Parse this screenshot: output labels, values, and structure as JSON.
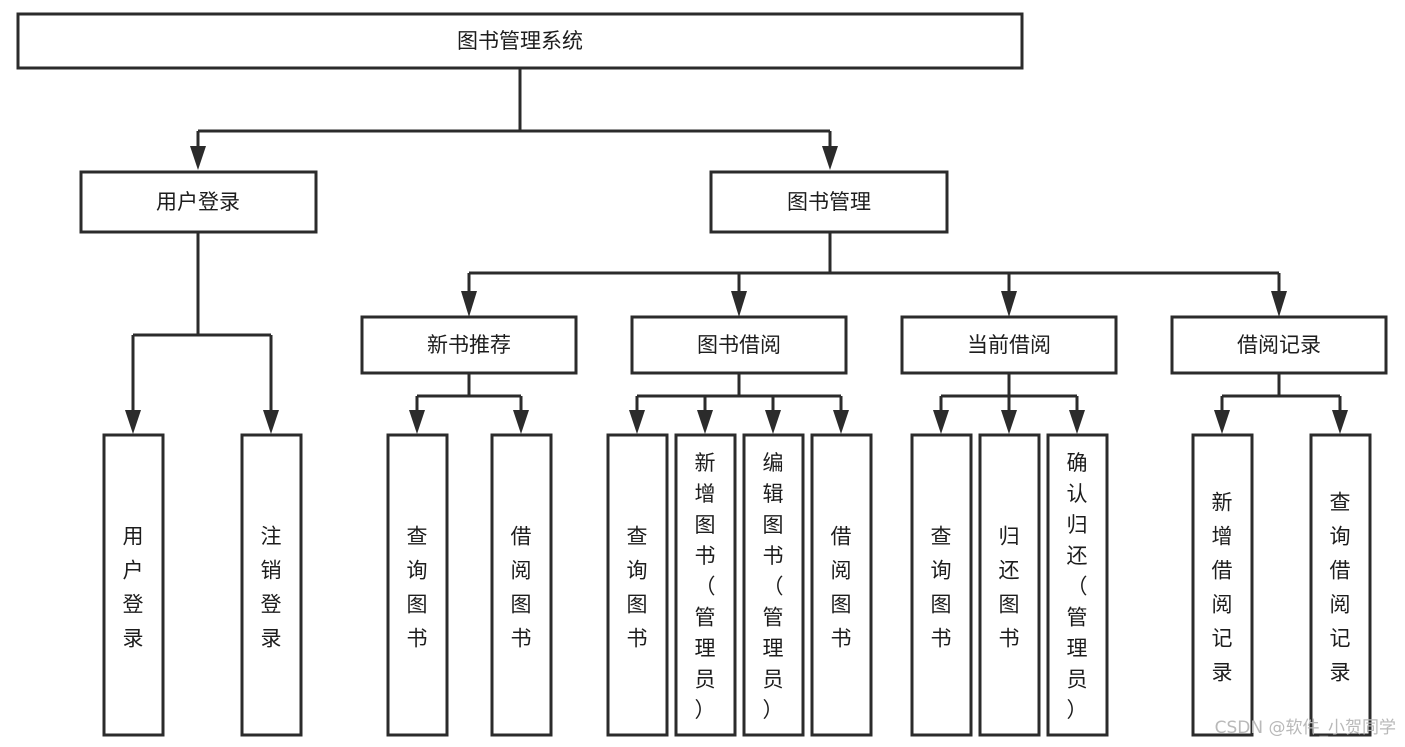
{
  "diagram": {
    "title": "图书管理系统",
    "type": "tree-hierarchy-chart",
    "orientation": "top-down",
    "colors": {
      "stroke": "#2b2b2b",
      "fill": "#ffffff",
      "text": "#1d1d1d",
      "watermark": "#b9b9b9",
      "background": "#ffffff"
    },
    "root": {
      "label": "图书管理系统",
      "level": 1
    },
    "level2": [
      {
        "label": "用户登录"
      },
      {
        "label": "图书管理"
      }
    ],
    "level3": [
      {
        "label": "新书推荐"
      },
      {
        "label": "图书借阅"
      },
      {
        "label": "当前借阅"
      },
      {
        "label": "借阅记录"
      }
    ],
    "leaves": {
      "用户登录": [
        {
          "label": "用户登录"
        },
        {
          "label": "注销登录"
        }
      ],
      "新书推荐": [
        {
          "label": "查询图书"
        },
        {
          "label": "借阅图书"
        }
      ],
      "图书借阅": [
        {
          "label": "查询图书"
        },
        {
          "label": "新增图书（管理员）"
        },
        {
          "label": "编辑图书（管理员）"
        },
        {
          "label": "借阅图书"
        }
      ],
      "当前借阅": [
        {
          "label": "查询图书"
        },
        {
          "label": "归还图书"
        },
        {
          "label": "确认归还（管理员）"
        }
      ],
      "借阅记录": [
        {
          "label": "新增借阅记录"
        },
        {
          "label": "查询借阅记录"
        }
      ]
    }
  },
  "watermark": {
    "text": "CSDN @软件_小贺同学"
  }
}
